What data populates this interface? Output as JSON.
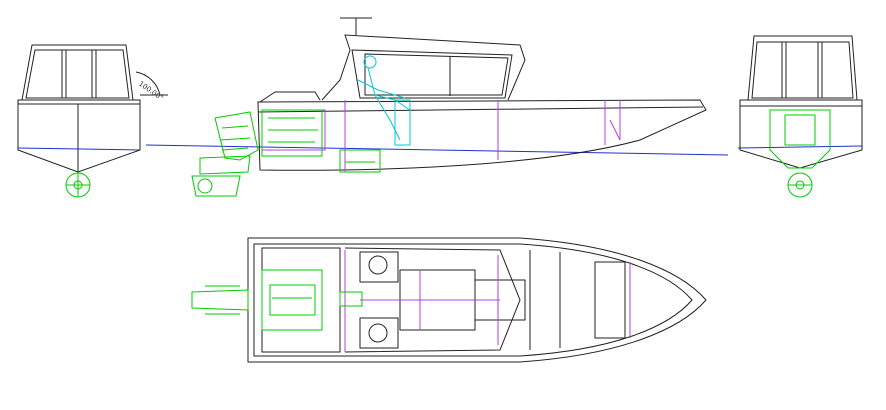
{
  "drawing": {
    "views": [
      "front-view",
      "side-view",
      "rear-view",
      "top-view"
    ],
    "angle_dimension": "100.00°",
    "colors": {
      "lines": "#222222",
      "waterline": "#2030d0",
      "engine": "#00cc00",
      "structure": "#b040e0",
      "helm": "#00c8d0"
    }
  }
}
